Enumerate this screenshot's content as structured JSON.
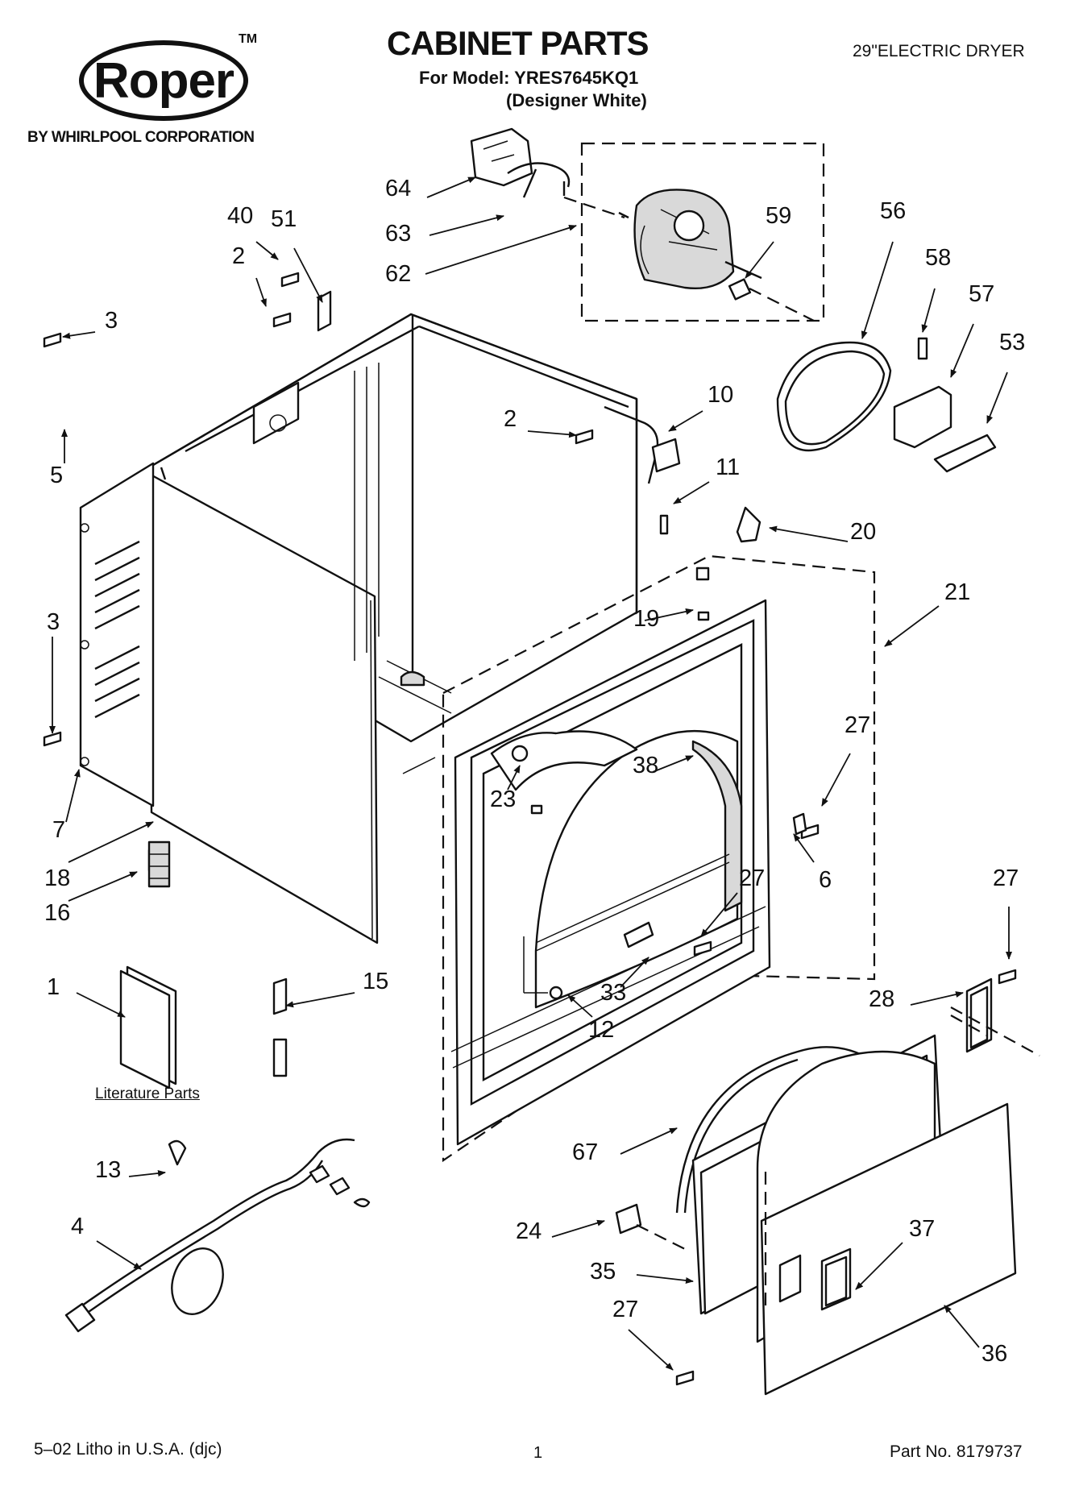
{
  "header": {
    "brand": "Roper",
    "trademark": "TM",
    "brand_subtitle": "BY WHIRLPOOL CORPORATION",
    "title": "CABINET PARTS",
    "model_line": "For Model: YRES7645KQ1",
    "variant_line": "(Designer White)",
    "product": "29\"ELECTRIC DRYER"
  },
  "literature_label": "Literature Parts",
  "callouts": [
    "64",
    "63",
    "62",
    "59",
    "56",
    "58",
    "57",
    "53",
    "40",
    "51",
    "2",
    "3",
    "5",
    "2",
    "10",
    "11",
    "20",
    "21",
    "19",
    "3",
    "27",
    "38",
    "23",
    "7",
    "18",
    "16",
    "6",
    "27",
    "27",
    "15",
    "1",
    "33",
    "12",
    "28",
    "67",
    "13",
    "4",
    "24",
    "37",
    "35",
    "27",
    "36"
  ],
  "footer": {
    "left": "5–02 Litho in U.S.A. (djc)",
    "page": "1",
    "part_no": "Part No. 8179737"
  }
}
